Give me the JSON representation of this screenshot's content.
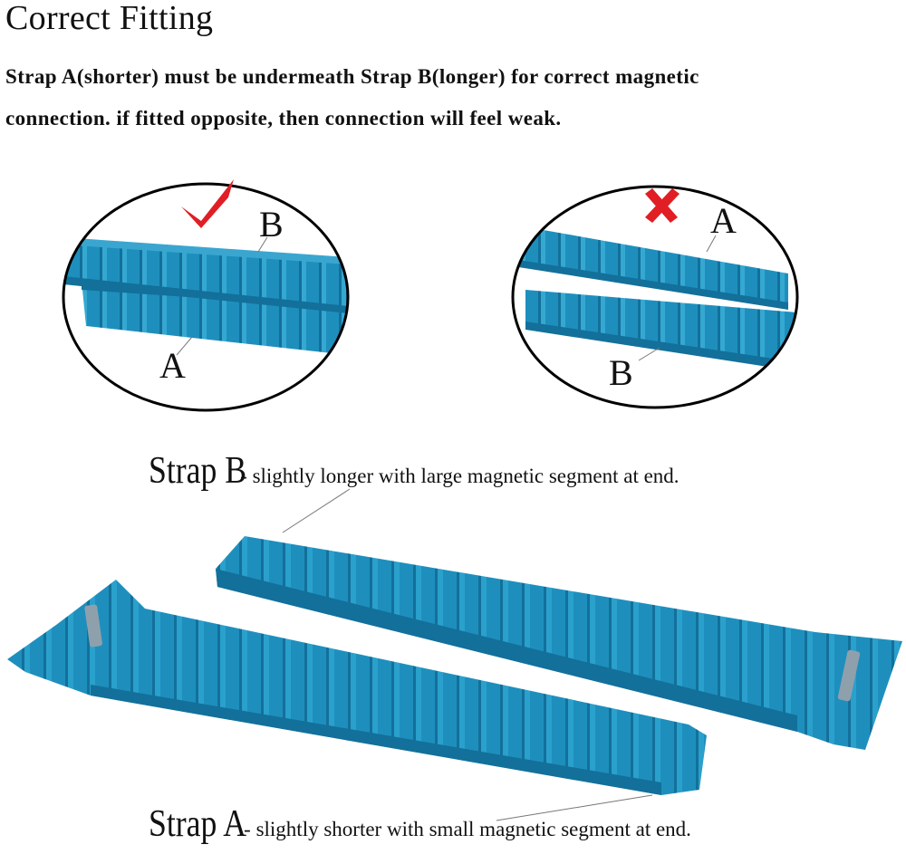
{
  "header": {
    "title": "Correct Fitting",
    "line1": "Strap A(shorter) must be undermeath Strap B(longer) for correct magnetic",
    "line2": "connection. if fitted opposite, then connection will feel weak."
  },
  "correct_diagram": {
    "mark": "check",
    "top_label": "B",
    "bottom_label": "A"
  },
  "wrong_diagram": {
    "mark": "cross",
    "top_label": "A",
    "bottom_label": "B"
  },
  "strap_b": {
    "name": "Strap B",
    "description": "- slightly longer with large magnetic segment at end."
  },
  "strap_a": {
    "name": "Strap A",
    "description": "- slightly shorter with small magnetic segment at end."
  },
  "colors": {
    "strap": "#1e8fbd",
    "strap_dark": "#13709a",
    "strap_light": "#3aa6d0",
    "check": "#e01e24",
    "cross": "#e01e24"
  }
}
